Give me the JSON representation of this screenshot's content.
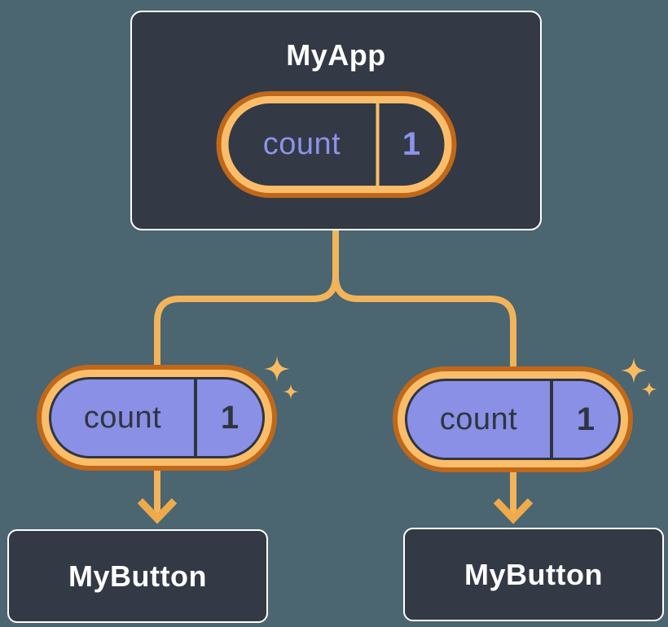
{
  "colors": {
    "background": "#4B6571",
    "box_bg": "#333945",
    "box_border": "#FFFFFF",
    "text_light": "#FFFFFF",
    "periwinkle": "#8B93EA",
    "purple_fill": "#8A90E5",
    "dark_text": "#2F3540",
    "orange_outer": "#C0681A",
    "orange_inner": "#FABD69",
    "connector": "#F2B45A",
    "arrowhead": "#EFAA4C",
    "sparkle": "#F8BB60"
  },
  "diagram": {
    "root": {
      "title": "MyApp",
      "pill": {
        "label": "count",
        "value": "1"
      }
    },
    "children": [
      {
        "box_title": "MyButton",
        "pill": {
          "label": "count",
          "value": "1"
        }
      },
      {
        "box_title": "MyButton",
        "pill": {
          "label": "count",
          "value": "1"
        }
      }
    ]
  }
}
